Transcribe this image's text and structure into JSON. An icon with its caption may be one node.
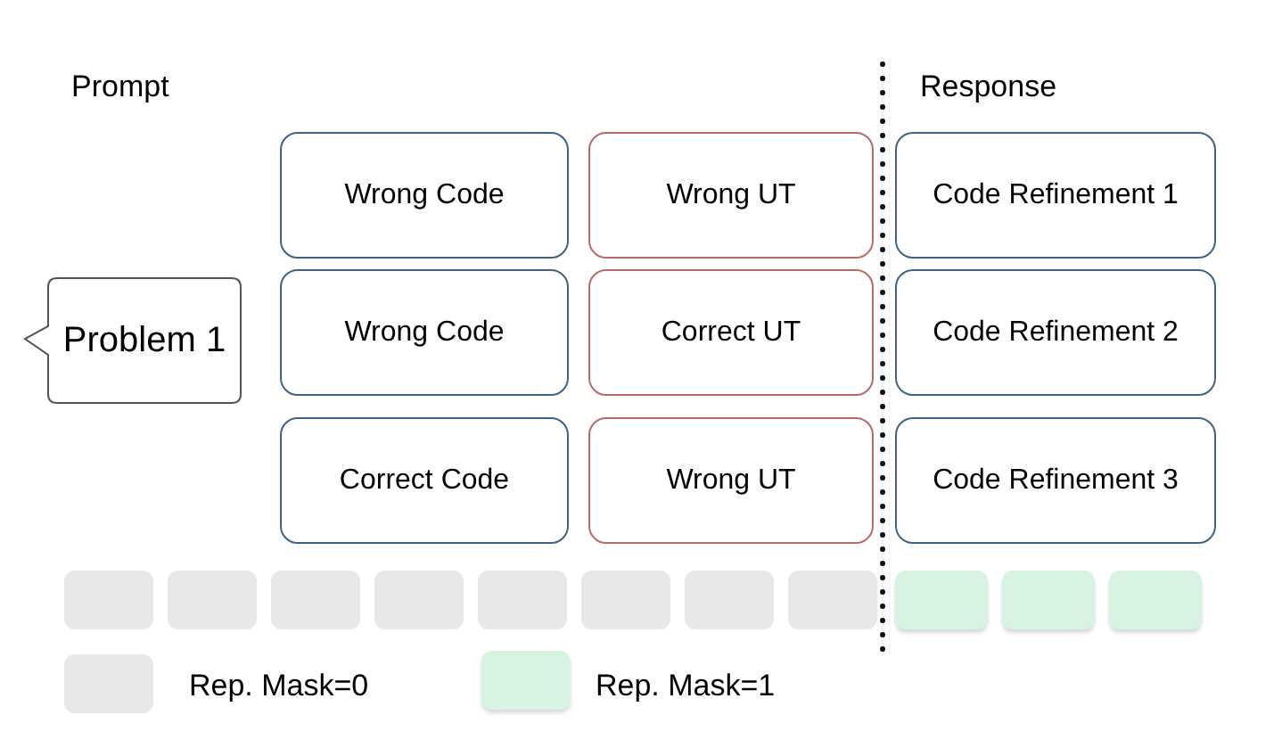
{
  "diagram": {
    "nodes": [
      {
        "text": [
          "Problem 1"
        ]
      },
      {
        "text": [
          "Wrong Code"
        ]
      },
      {
        "text": [
          "Wrong UT"
        ]
      },
      {
        "text": [
          "Code Refinement 1"
        ]
      },
      {
        "text": [
          "Wrong Code"
        ]
      },
      {
        "text": [
          "Correct UT"
        ]
      },
      {
        "text": [
          "Code Refinement 2"
        ]
      },
      {
        "text": [
          "Correct Code"
        ]
      },
      {
        "text": [
          "Wrong UT"
        ]
      },
      {
        "text": [
          "Code Refinement 3"
        ]
      },
      {
        "text": [],
        "shape": "box"
      },
      {
        "text": [],
        "shape": "box"
      },
      {
        "text": [],
        "shape": "box"
      },
      {
        "text": [],
        "shape": "box"
      },
      {
        "text": [],
        "shape": "box"
      },
      {
        "text": [],
        "shape": "box"
      },
      {
        "text": [],
        "shape": "box"
      },
      {
        "text": [],
        "shape": "box"
      },
      {
        "text": [],
        "shape": "box"
      },
      {
        "text": [],
        "shape": "box"
      },
      {
        "text": [],
        "shape": "box"
      }
    ],
    "labels": [
      "Prompt",
      "Response"
    ],
    "legend": [
      {
        "text": "Rep. Mask=0",
        "color": "#e8e8e8"
      },
      {
        "text": "Rep. Mask=1",
        "color": "#d8f3e2"
      }
    ]
  }
}
